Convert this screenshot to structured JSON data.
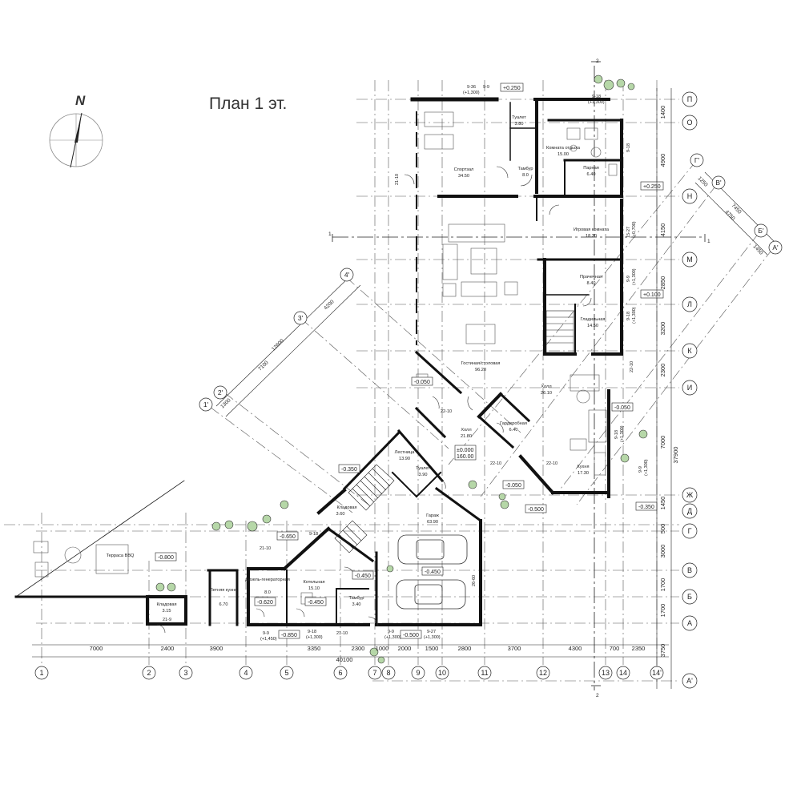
{
  "title": "План 1 эт.",
  "north": "N",
  "rooms": [
    {
      "name": "Спортзал",
      "area": "34.50"
    },
    {
      "name": "Туалет",
      "area": "3.80"
    },
    {
      "name": "Комната отдыха",
      "area": "15.00"
    },
    {
      "name": "Тамбур",
      "area": "8.0"
    },
    {
      "name": "Парная",
      "area": "6.40"
    },
    {
      "name": "Игровая комната",
      "area": "18.30"
    },
    {
      "name": "Прачечная",
      "area": "8.40"
    },
    {
      "name": "Гладильная",
      "area": "14.50"
    },
    {
      "name": "Гостиная/столовая",
      "area": "96.20"
    },
    {
      "name": "Холл",
      "area": "26.10"
    },
    {
      "name": "Холл",
      "area": "21.80"
    },
    {
      "name": "Гардеробная",
      "area": "6.40"
    },
    {
      "name": "Лестница",
      "area": "13.90"
    },
    {
      "name": "Туалет",
      "area": "3.90"
    },
    {
      "name": "Кухня",
      "area": "17.30"
    },
    {
      "name": "Гараж",
      "area": "63.90"
    },
    {
      "name": "Кладовая",
      "area": "3.60"
    },
    {
      "name": "Терраса ВВQ",
      "area": ""
    },
    {
      "name": "Летняя кухня",
      "area": "6.70"
    },
    {
      "name": "Дизель-генераторная",
      "area": "8.0"
    },
    {
      "name": "Котельная",
      "area": "15.10"
    },
    {
      "name": "Тамбур",
      "area": "3.40"
    },
    {
      "name": "Кладовая",
      "area": "3.15"
    }
  ],
  "levels": [
    "+0.250",
    "+0.250",
    "+0.100",
    "-0.050",
    "-0.050",
    "-0.050",
    "±0.000",
    "160.00",
    "-0.350",
    "-0.350",
    "-0.500",
    "-0.650",
    "-0.800",
    "-0.450",
    "-0.450",
    "-0.620",
    "-0.450",
    "-0.850",
    "-0.500"
  ],
  "right_axes": [
    "П",
    "О",
    "Н",
    "М",
    "Л",
    "К",
    "И",
    "Ж",
    "Д",
    "Г",
    "В",
    "Б",
    "А",
    "А'"
  ],
  "right_dims": [
    "1400",
    "4900",
    "4150",
    "2850",
    "3200",
    "2300",
    "7000",
    "1450",
    "500",
    "3000",
    "1700",
    "1700",
    "3750"
  ],
  "right_total": "37900",
  "bottom_axes": [
    "1",
    "2",
    "3",
    "4",
    "5",
    "6",
    "7",
    "8",
    "9",
    "10",
    "11",
    "12",
    "13",
    "14",
    "14'"
  ],
  "bottom_dims": [
    "7000",
    "2400",
    "3900",
    "3350",
    "2300",
    "1000",
    "2000",
    "1500",
    "2800",
    "3700",
    "4300",
    "700",
    "2350"
  ],
  "bottom_total": "40100",
  "diag_axes": [
    "1'",
    "2'",
    "3'",
    "4'"
  ],
  "diag_dims": [
    "1300",
    "7100",
    "4200"
  ],
  "diag_total": "12600",
  "diag_right_axes": [
    "Г'",
    "В'",
    "Б'",
    "А'"
  ],
  "diag_right_dims": [
    "1250",
    "7450",
    "4750",
    "1450"
  ],
  "section": [
    "1",
    "1",
    "2",
    "2"
  ],
  "small_notes": [
    "9-36",
    "9-9",
    "(+1,300)",
    "9-18",
    "(+1,300)",
    "21-10",
    "22-10",
    "22-10",
    "22-10",
    "9-18",
    "21-10",
    "9-9",
    "(+1,450)",
    "9-18",
    "(+1,300)",
    "21-10",
    "9-9",
    "(+1,300)",
    "9-27",
    "(+1,300)",
    "26-60",
    "9-18",
    "15-27",
    "(+0,700)",
    "9-9",
    "(+1,300)",
    "22-10",
    "9-18",
    "(+1,300)",
    "9-18",
    "(+1,300)",
    "9-9",
    "(+1,300)",
    "21-9"
  ]
}
